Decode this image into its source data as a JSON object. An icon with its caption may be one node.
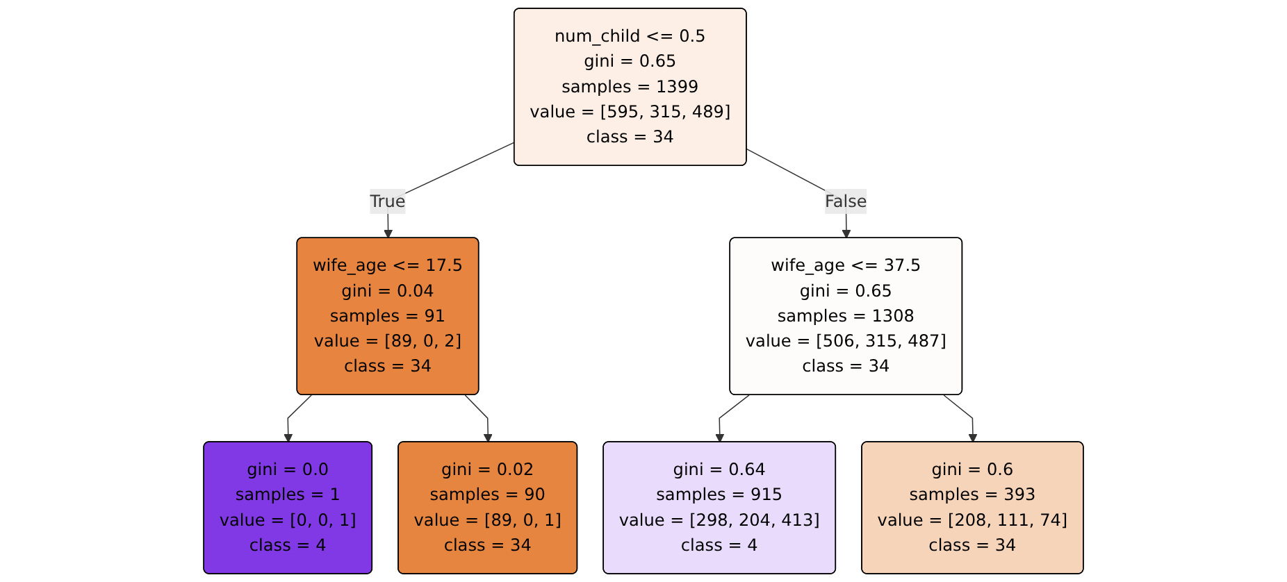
{
  "diagram": {
    "nodes": [
      {
        "text": [
          "num_child <= 0.5",
          "gini = 0.65",
          "samples = 1399",
          "value = [595, 315, 489]",
          "class = 34"
        ]
      },
      {
        "text": [
          "wife_age <= 17.5",
          "gini = 0.04",
          "samples = 91",
          "value = [89, 0, 2]",
          "class = 34"
        ]
      },
      {
        "text": [
          "wife_age <= 37.5",
          "gini = 0.65",
          "samples = 1308",
          "value = [506, 315, 487]",
          "class = 34"
        ]
      },
      {
        "text": [
          "gini = 0.0",
          "samples = 1",
          "value = [0, 0, 1]",
          "class = 4"
        ]
      },
      {
        "text": [
          "gini = 0.02",
          "samples = 90",
          "value = [89, 0, 1]",
          "class = 34"
        ]
      },
      {
        "text": [
          "gini = 0.64",
          "samples = 915",
          "value = [298, 204, 413]",
          "class = 4"
        ]
      },
      {
        "text": [
          "gini = 0.6",
          "samples = 393",
          "value = [208, 111, 74]",
          "class = 34"
        ]
      }
    ],
    "edges": [
      {
        "from": 0,
        "to": 1,
        "arrow": "to",
        "label": "True"
      },
      {
        "from": 0,
        "to": 2,
        "arrow": "to",
        "label": "False"
      },
      {
        "from": 1,
        "to": 3,
        "arrow": "to"
      },
      {
        "from": 1,
        "to": 4,
        "arrow": "to"
      },
      {
        "from": 2,
        "to": 5,
        "arrow": "to"
      },
      {
        "from": 2,
        "to": 6,
        "arrow": "to"
      }
    ]
  }
}
